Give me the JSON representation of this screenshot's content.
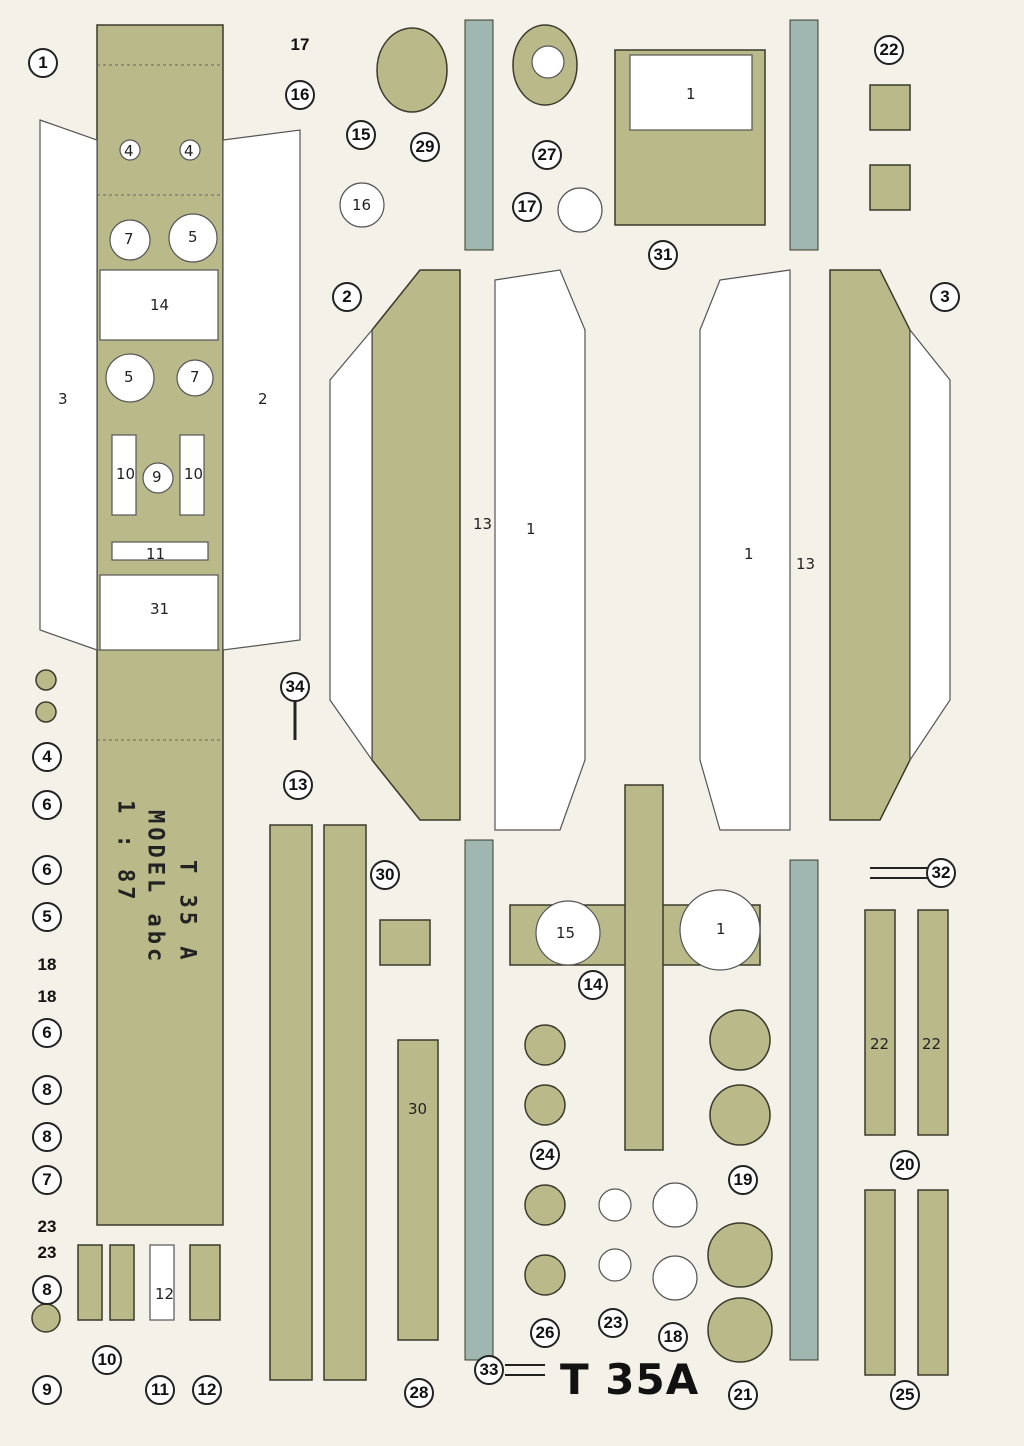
{
  "model_text": {
    "line1": "T 35 A",
    "line2": "MODEL abc",
    "line3": "1 : 87"
  },
  "footer_title": "T 35A",
  "part_numbers": {
    "n1": "1",
    "n2": "2",
    "n3": "3",
    "n4": "4",
    "n5": "5",
    "n6": "6",
    "n7": "7",
    "n8": "8",
    "n9": "9",
    "n10": "10",
    "n11": "11",
    "n12": "12",
    "n13": "13",
    "n14": "14",
    "n15": "15",
    "n16": "16",
    "n17": "17",
    "n18": "18",
    "n19": "19",
    "n20": "20",
    "n21": "21",
    "n22": "22",
    "n23": "23",
    "n24": "24",
    "n25": "25",
    "n26": "26",
    "n27": "27",
    "n28": "28",
    "n29": "29",
    "n30": "30",
    "n31": "31",
    "n32": "32",
    "n33": "33",
    "n34": "34"
  },
  "part_labels": {
    "l1": "1",
    "l2": "2",
    "l3": "3",
    "l4": "4",
    "l5": "5",
    "l7": "7",
    "l9": "9",
    "l10": "10",
    "l11": "11",
    "l12": "12",
    "l13": "13",
    "l14": "14",
    "l15": "15",
    "l16": "16",
    "l22": "22",
    "l30": "30",
    "l31": "31"
  },
  "colors": {
    "olive": "#b9b98a",
    "track": "#9fb7b0",
    "paper": "#f4f1e8"
  }
}
